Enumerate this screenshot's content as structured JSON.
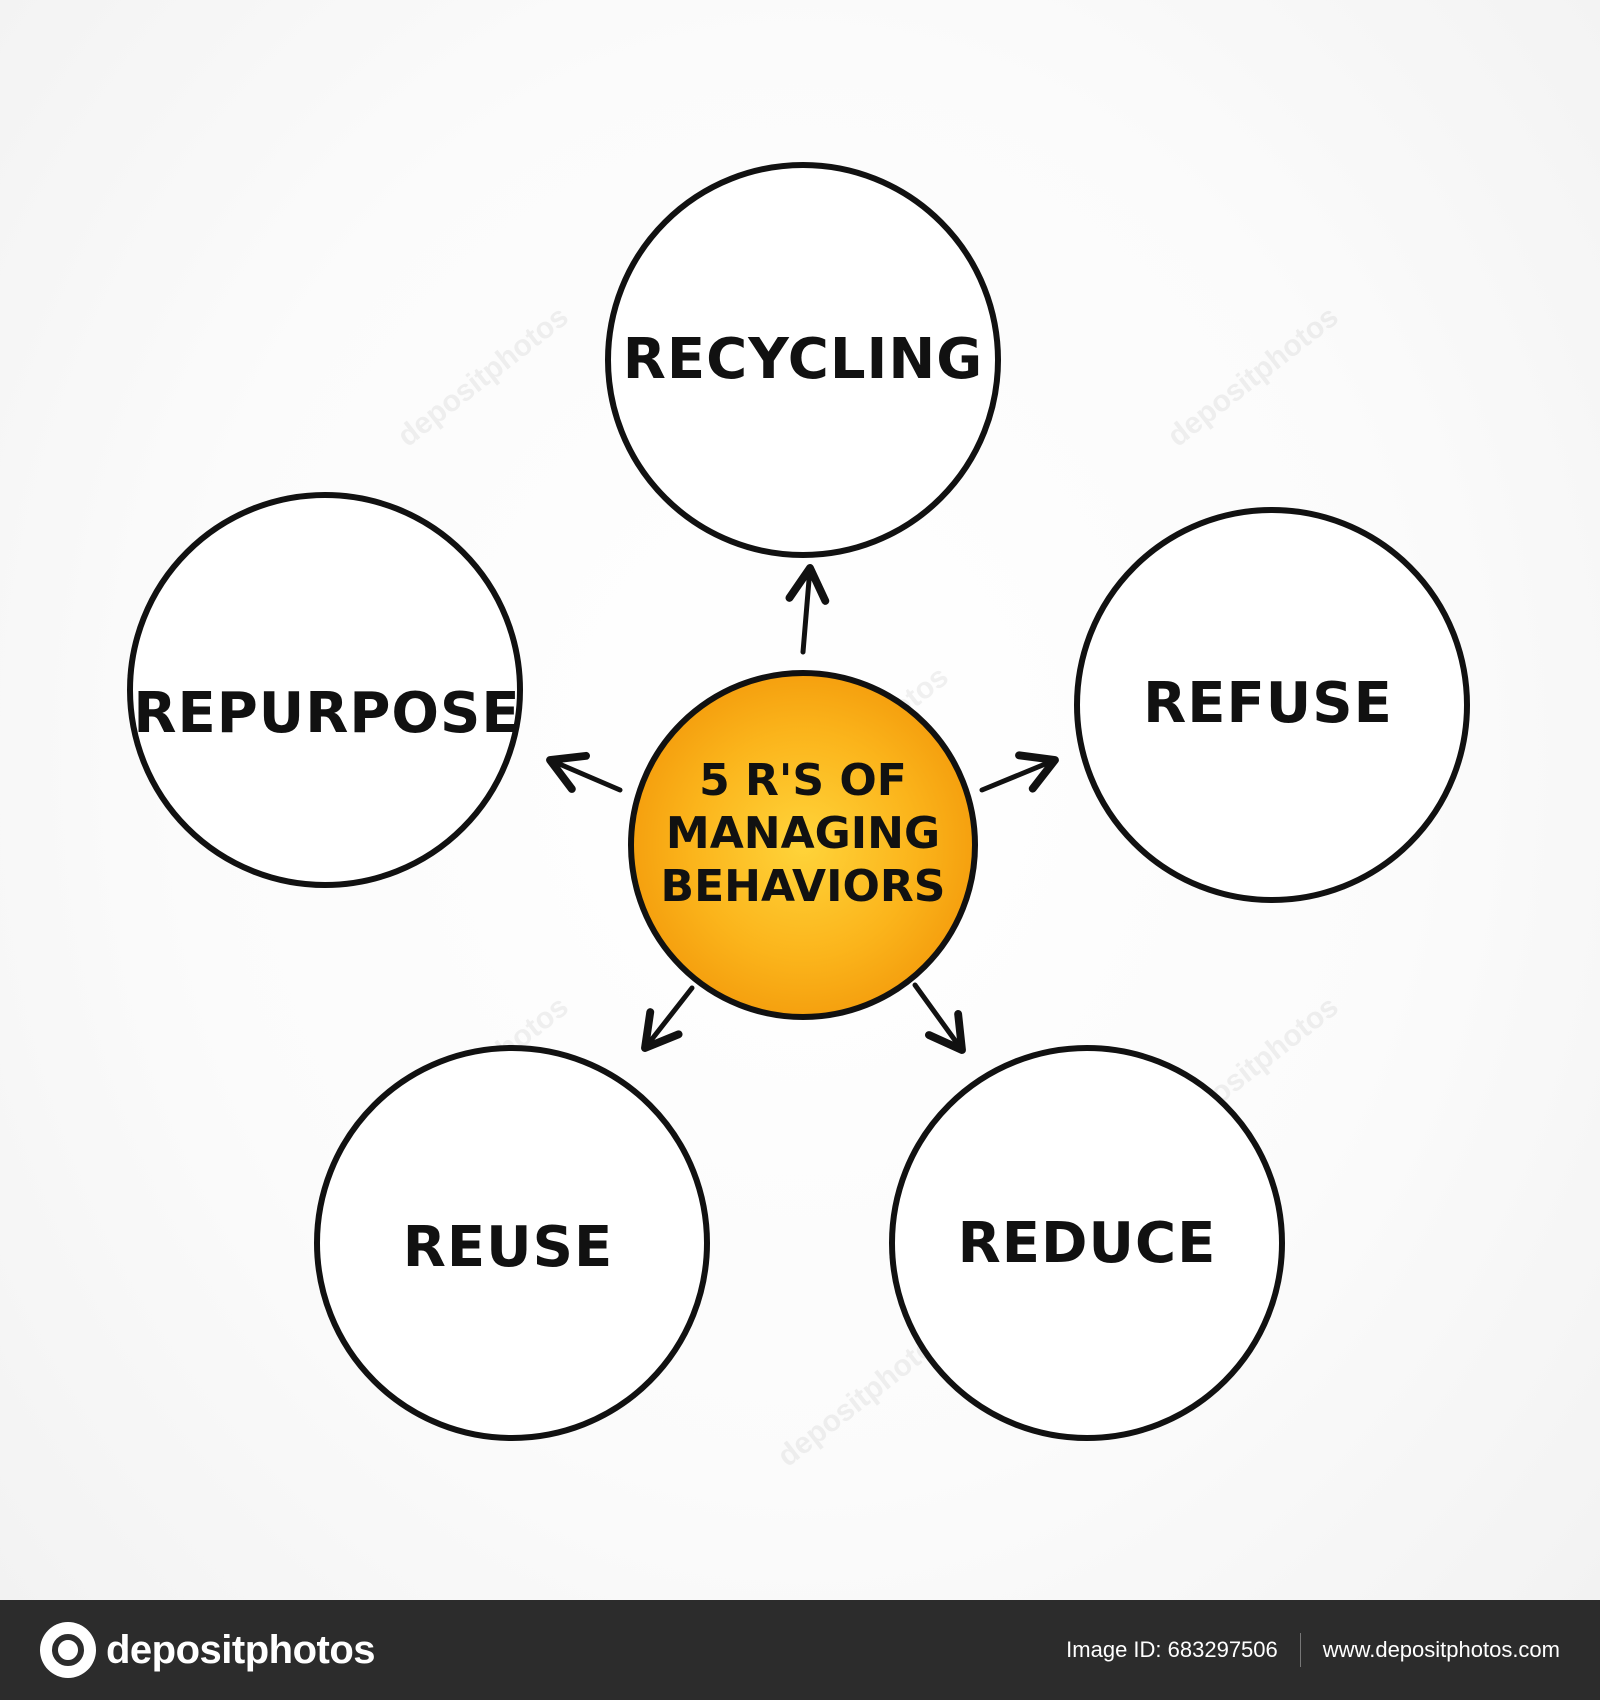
{
  "diagram": {
    "center": "5 R'S OF MANAGING BEHAVIORS",
    "center_lines": [
      "5 R'S OF",
      "MANAGING",
      "BEHAVIORS"
    ],
    "nodes": [
      {
        "id": "recycling",
        "label": "RECYCLING"
      },
      {
        "id": "refuse",
        "label": "REFUSE"
      },
      {
        "id": "reduce",
        "label": "REDUCE"
      },
      {
        "id": "reuse",
        "label": "REUSE"
      },
      {
        "id": "repurpose",
        "label": "REPURPOSE"
      }
    ],
    "colors": {
      "center_fill": "#f7a30c",
      "center_glow": "#ffd43a",
      "stroke": "#111111"
    }
  },
  "watermark": "depositphotos",
  "footer": {
    "brand": "depositphotos",
    "image_id": "Image ID: 683297506",
    "url": "www.depositphotos.com"
  }
}
